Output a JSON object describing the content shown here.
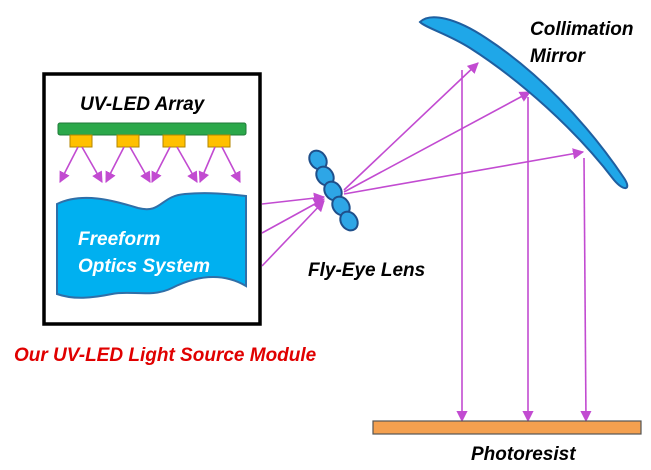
{
  "labels": {
    "uv_led_array": "UV-LED Array",
    "freeform_line1": "Freeform",
    "freeform_line2": "Optics System",
    "fly_eye_lens": "Fly-Eye Lens",
    "collimation_line1": "Collimation",
    "collimation_line2": "Mirror",
    "photoresist": "Photoresist",
    "module_caption": "Our UV-LED Light Source Module"
  },
  "colors": {
    "ray": "#C24BD1",
    "led_bar": "#2BA84A",
    "led_chip": "#FFC000",
    "optics_fill": "#00B0F0",
    "optics_stroke": "#2F6FA8",
    "mirror_fill": "#1FA7E8",
    "photoresist_fill": "#F4A04F",
    "caption": "#E00000",
    "module_border": "#000000"
  },
  "counts": {
    "led_chips": 4
  }
}
